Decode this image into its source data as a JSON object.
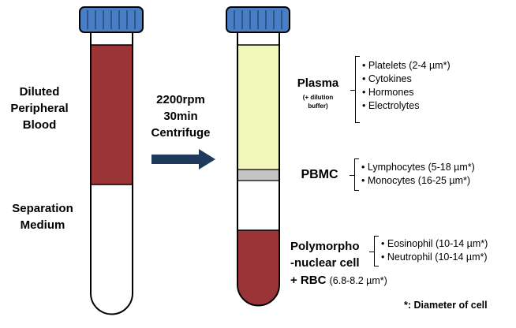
{
  "left_tube": {
    "blood_label": [
      "Diluted",
      "Peripheral",
      "Blood"
    ],
    "medium_label": [
      "Separation",
      "Medium"
    ]
  },
  "arrow": {
    "label": [
      "2200rpm",
      "30min",
      "Centrifuge"
    ]
  },
  "layers": {
    "plasma": {
      "label": "Plasma",
      "sublabel": [
        "(+ dilution",
        "buffer)"
      ],
      "items": [
        "Platelets (2-4 µm*)",
        "Cytokines",
        "Hormones",
        "Electrolytes"
      ]
    },
    "pbmc": {
      "label": "PBMC",
      "items": [
        "Lymphocytes (5-18 µm*)",
        "Monocytes (16-25 µm*)"
      ]
    },
    "polymorpho": {
      "label": [
        "Polymorpho",
        "-nuclear cell"
      ],
      "items": [
        "Eosinophil (10-14 µm*)",
        "Neutrophil (10-14 µm*)"
      ]
    },
    "rbc": {
      "label": "+ RBC",
      "size": "(6.8-8.2 µm*)"
    }
  },
  "footnote": "*: Diameter of cell",
  "colors": {
    "cap": "#4a7ec4",
    "blood": "#9b3436",
    "plasma": "#f1f6b9",
    "pbmc": "#c4c4c4",
    "arrow": "#1f3a5c"
  }
}
